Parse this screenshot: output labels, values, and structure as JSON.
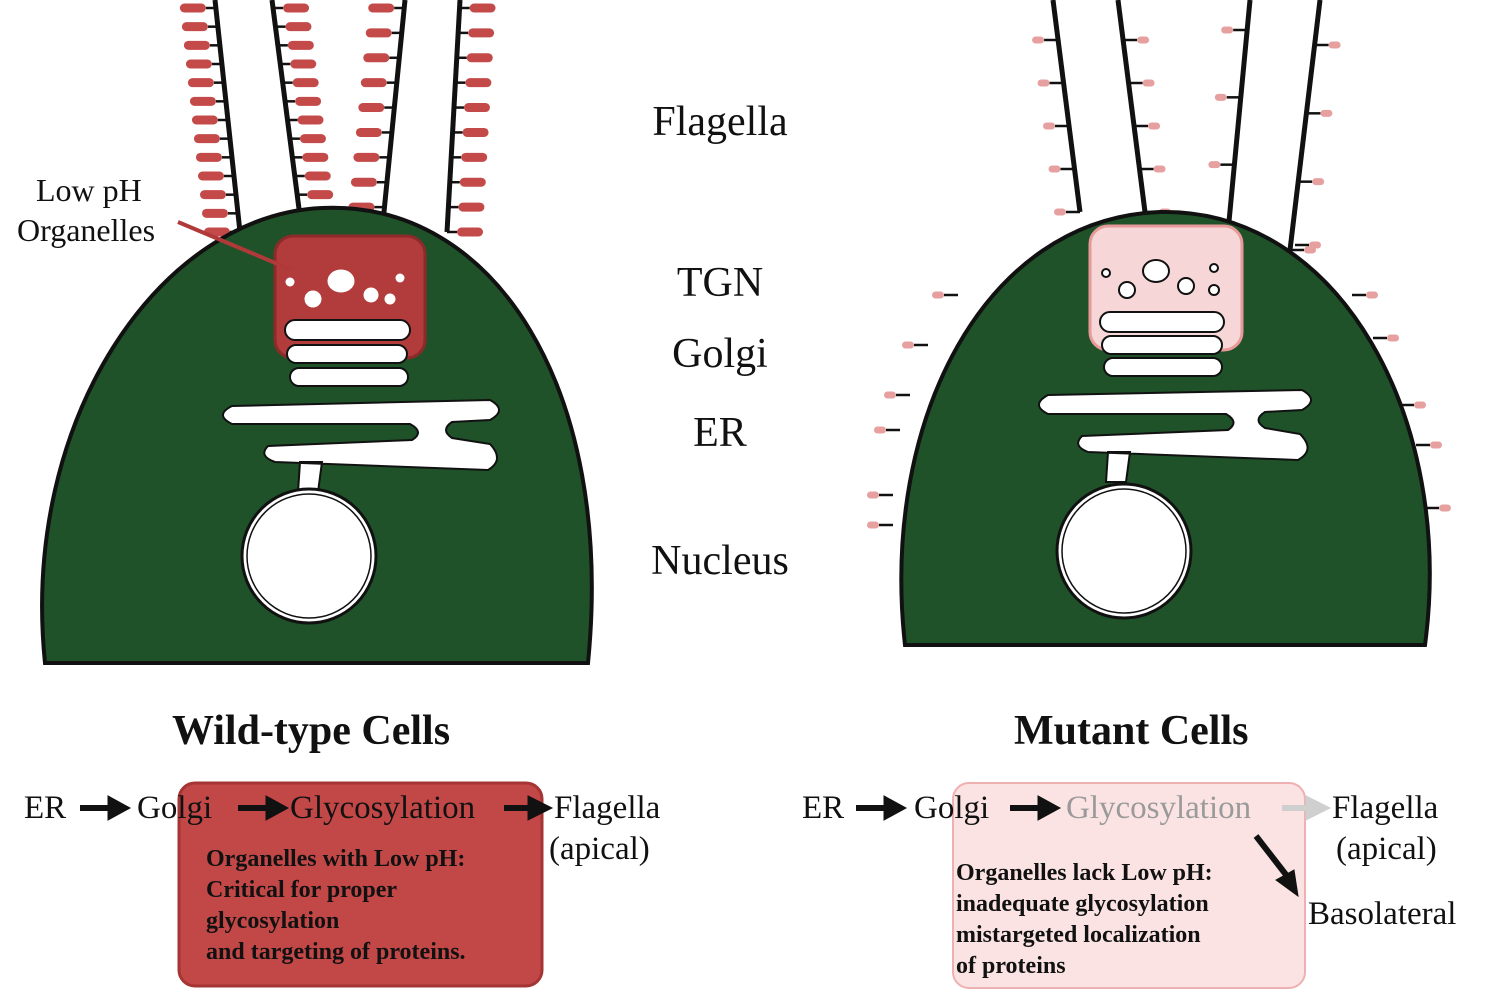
{
  "labels": {
    "flagella": "Flagella",
    "tgn": "TGN",
    "golgi": "Golgi",
    "er": "ER",
    "nucleus": "Nucleus",
    "low_ph_line1": "Low pH",
    "low_ph_line2": "Organelles"
  },
  "wild_type": {
    "title": "Wild-type Cells",
    "flow": {
      "er": "ER",
      "golgi": "Golgi",
      "glycosylation": "Glycosylation",
      "flagella": "Flagella",
      "apical": "(apical)"
    },
    "box_lines": [
      "Organelles with Low pH:",
      "Critical for proper",
      "glycosylation",
      "and targeting of proteins."
    ]
  },
  "mutant": {
    "title": "Mutant Cells",
    "flow": {
      "er": "ER",
      "golgi": "Golgi",
      "glycosylation": "Glycosylation",
      "flagella": "Flagella",
      "apical": "(apical)",
      "basolateral": "Basolateral"
    },
    "box_lines": [
      "Organelles lack Low pH:",
      "inadequate glycosylation",
      "mistargeted localization",
      "of proteins"
    ]
  },
  "colors": {
    "cell_green": "#1f5229",
    "organelle_red": "#b03a3a",
    "organelle_pink": "#f6d6d6",
    "tag_red": "#c04848",
    "box_red": "#c24747",
    "box_pink": "#fbe3e3",
    "faded_text": "#9a9a9a"
  }
}
